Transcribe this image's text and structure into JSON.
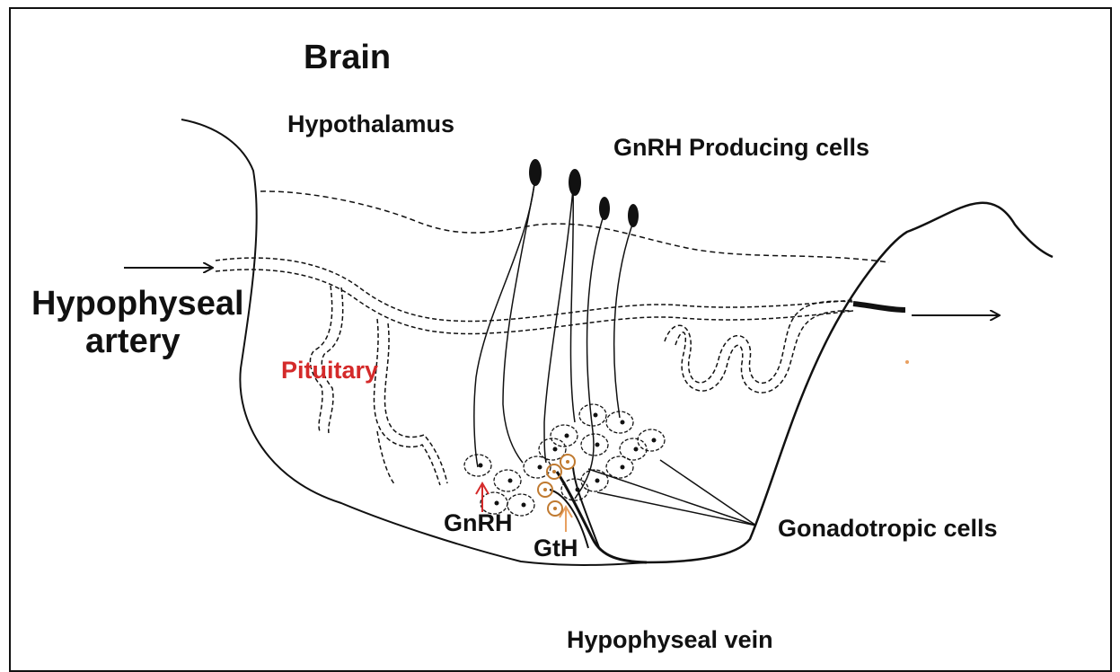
{
  "labels": {
    "brain": "Brain",
    "hypothalamus": "Hypothalamus",
    "gnrh_cells": "GnRH Producing cells",
    "artery_line1": "Hypophyseal",
    "artery_line2": "artery",
    "pituitary": "Pituitary",
    "gnrh": "GnRH",
    "gth": "GtH",
    "gonadotropic": "Gonadotropic cells",
    "vein": "Hypophyseal vein"
  },
  "colors": {
    "line": "#111111",
    "pituitary_text": "#d42a2a",
    "gnrh_arrow": "#d42a2a",
    "gth_arrow": "#e8a060",
    "gth_cell": "#c07a30"
  }
}
